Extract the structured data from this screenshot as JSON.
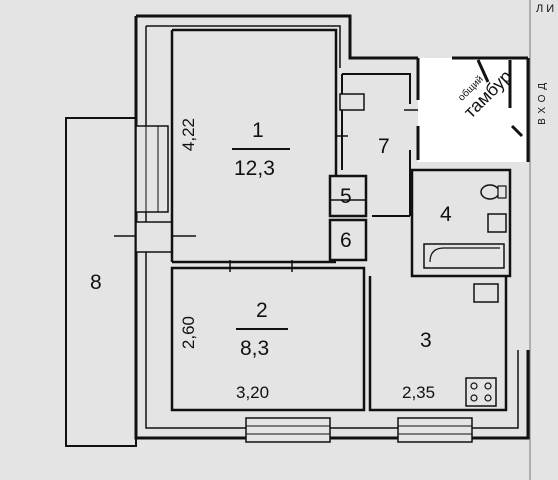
{
  "plan": {
    "rooms": [
      {
        "number": "1",
        "area": "12,3"
      },
      {
        "number": "2",
        "area": "8,3"
      },
      {
        "number": "3",
        "area": ""
      },
      {
        "number": "4",
        "area": ""
      },
      {
        "number": "5",
        "area": ""
      },
      {
        "number": "6",
        "area": ""
      },
      {
        "number": "7",
        "area": ""
      },
      {
        "number": "8",
        "area": ""
      }
    ],
    "dimensions": {
      "room1_height": "4,22",
      "room2_height": "2,60",
      "room2_width": "3,20",
      "room3_width": "2,35"
    },
    "entry_label": "ВХОД",
    "vestibule": {
      "line1": "общий",
      "line2": "тамбур"
    },
    "corner_label": "ЛИ",
    "colors": {
      "wall": "#111111",
      "floor": "#e4e4e4",
      "vestibule_bg": "#ffffff"
    }
  }
}
